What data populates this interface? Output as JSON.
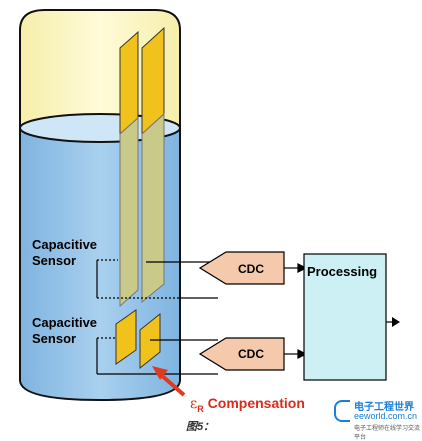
{
  "diagram": {
    "sensor_label_1_line1": "Capacitive",
    "sensor_label_1_line2": "Sensor",
    "sensor_label_2_line1": "Capacitive",
    "sensor_label_2_line2": "Sensor",
    "cdc_top": "CDC",
    "cdc_bottom": "CDC",
    "processing": "Processing",
    "compensation_symbol": "ε",
    "compensation_subscript": "R",
    "compensation_text": " Compensation",
    "caption": "图5：",
    "colors": {
      "liquid": "#99c4e6",
      "tank_top": "#fdf6c2",
      "electrode": "#f1c21b",
      "cdc_fill": "#f5c9ab",
      "processing_fill": "#ccf0f4",
      "arrow": "#e03a21"
    }
  },
  "watermark": {
    "logo_cn": "电子工程世界",
    "logo_en": "eeworld.com.cn",
    "logo_sub": "电子工程师在线学习交流平台"
  }
}
